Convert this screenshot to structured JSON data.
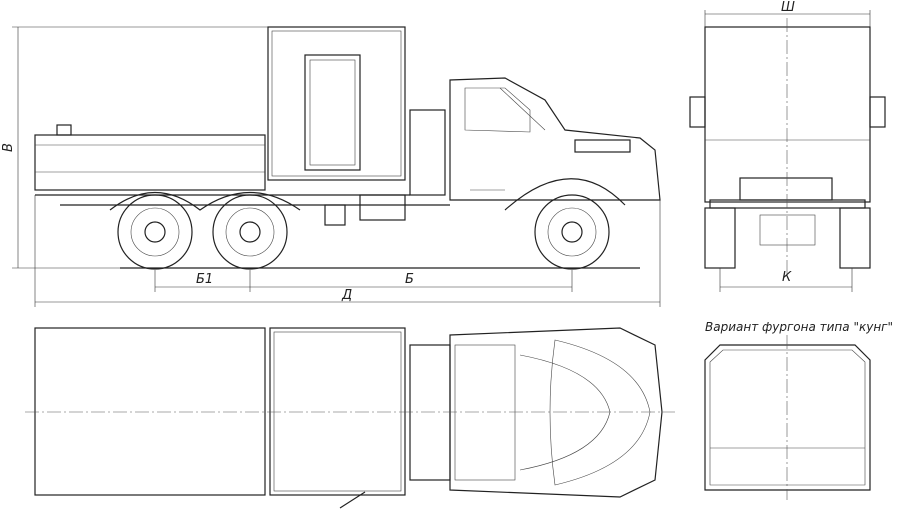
{
  "labels": {
    "height": "В",
    "width": "Ш",
    "base1": "Б1",
    "base": "Б",
    "length": "Д",
    "track": "К"
  },
  "caption": "Вариант фургона типа \"кунг\""
}
